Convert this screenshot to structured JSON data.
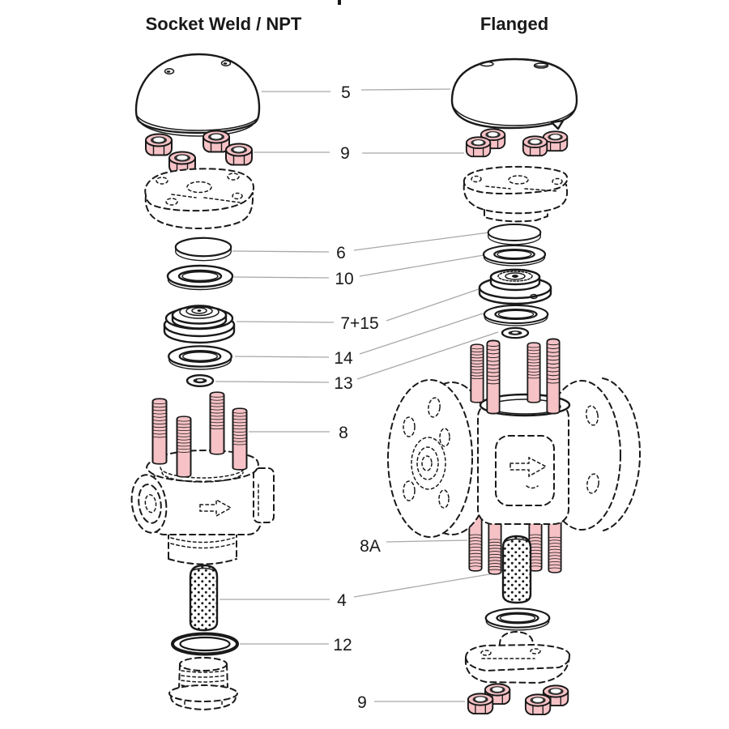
{
  "headers": {
    "left": "Socket Weld / NPT",
    "right": "Flanged"
  },
  "labels": {
    "n5": "5",
    "n9_top": "9",
    "n6": "6",
    "n10": "10",
    "n7_15": "7+15",
    "n14": "14",
    "n13": "13",
    "n8": "8",
    "n8a": "8A",
    "n4": "4",
    "n12": "12",
    "n9_bottom": "9"
  },
  "colors": {
    "part_pink": "#f6c2c6",
    "outline_ink": "#191919",
    "leader_gray": "#a8a8a8",
    "paper_white": "#ffffff"
  }
}
